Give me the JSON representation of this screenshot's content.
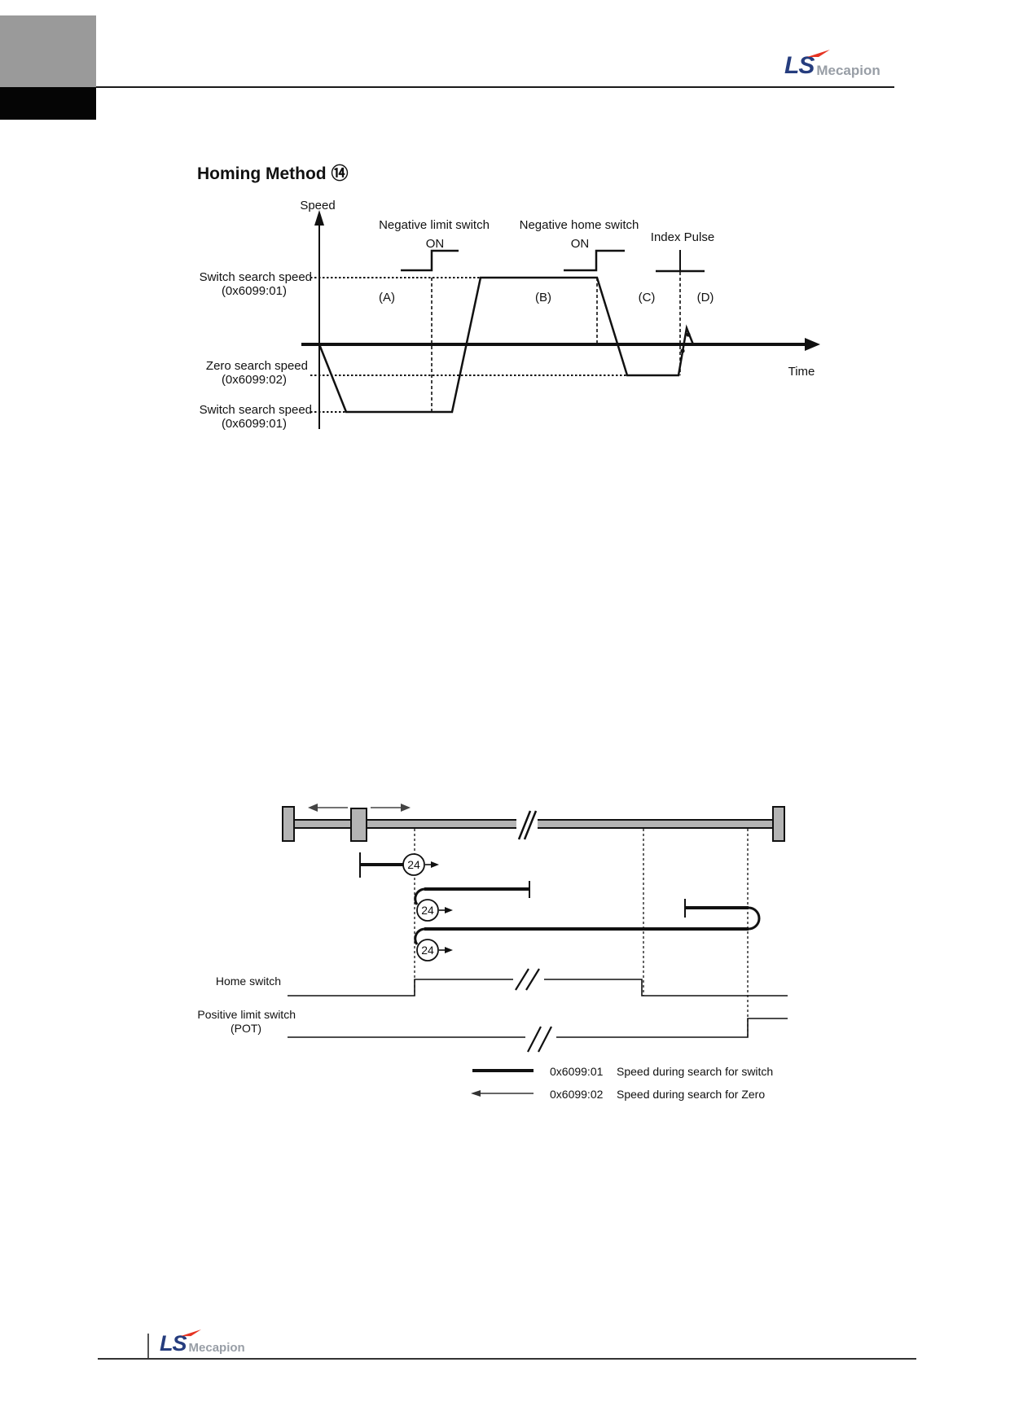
{
  "header": {
    "logo_ls": "LS",
    "logo_name": "Mecapion"
  },
  "title": "Homing Method ⑭",
  "speed_diagram": {
    "y_axis_label": "Speed",
    "x_axis_label": "Time",
    "neg_limit_switch_label": "Negative limit switch",
    "neg_limit_switch_state": "ON",
    "neg_home_switch_label": "Negative home switch",
    "neg_home_switch_state": "ON",
    "index_pulse_label": "Index Pulse",
    "level_top_line1": "Switch search speed",
    "level_top_line2": "(0x6099:01)",
    "level_zero_line1": "Zero search speed",
    "level_zero_line2": "(0x6099:02)",
    "level_bottom_line1": "Switch search speed",
    "level_bottom_line2": "(0x6099:01)",
    "phase_a": "(A)",
    "phase_b": "(B)",
    "phase_c": "(C)",
    "phase_d": "(D)"
  },
  "motion_diagram": {
    "step1": "24",
    "step2": "24",
    "step3": "24",
    "home_switch_label": "Home switch",
    "pot_label_line1": "Positive limit switch",
    "pot_label_line2": "(POT)",
    "legend_row1_register": "0x6099:01",
    "legend_row1_desc": "Speed during search for switch",
    "legend_row2_register": "0x6099:02",
    "legend_row2_desc": "Speed during search for Zero"
  },
  "footer": {
    "logo_ls": "LS",
    "logo_name": "Mecapion"
  }
}
